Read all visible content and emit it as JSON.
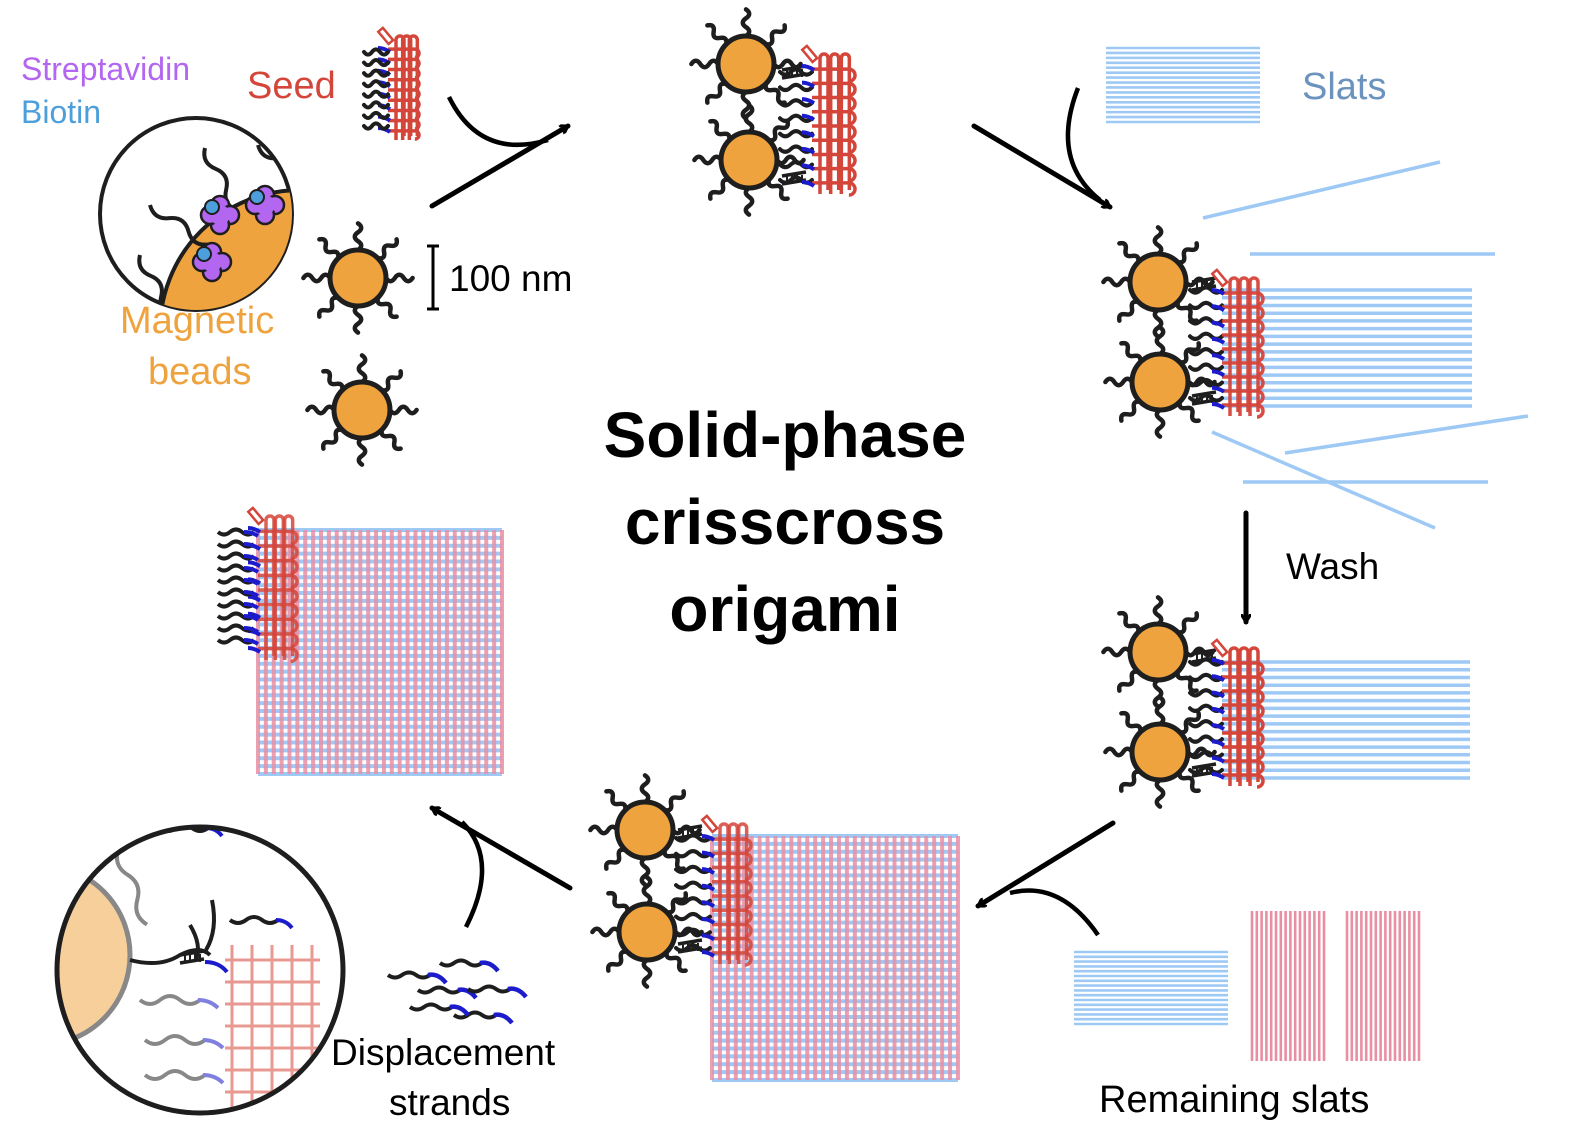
{
  "title": {
    "lines": [
      "Solid-phase",
      "crisscross",
      "origami"
    ]
  },
  "labels": {
    "streptavidin": "Streptavidin",
    "biotin": "Biotin",
    "seed": "Seed",
    "magnetic_beads_line1": "Magnetic",
    "magnetic_beads_line2": "beads",
    "scale_bar": "100 nm",
    "slats": "Slats",
    "wash": "Wash",
    "remaining_slats": "Remaining slats",
    "displacement_line1": "Displacement",
    "displacement_line2": "strands"
  },
  "colors": {
    "streptavidin": "#b366f0",
    "biotin": "#4d9fdc",
    "seed": "#d4453a",
    "bead": "#eea33f",
    "bead_faded": "#f7cf9b",
    "slat_blue": "#9ec9f5",
    "slat_pink": "#e98fa4",
    "slats_label": "#6b93bd",
    "handle_blue": "#1c1ccc",
    "strand": "#1e1e1e"
  },
  "stages": [
    {
      "id": "seed-binding",
      "description": "Seed attaches to bead-bound strands"
    },
    {
      "id": "slat-addition",
      "description": "Slats added to seeded beads"
    },
    {
      "id": "wash",
      "description": "Unbound slats washed away"
    },
    {
      "id": "growth",
      "description": "Full crisscross origami grown on beads"
    },
    {
      "id": "release",
      "description": "Displacement strands release the origami"
    }
  ]
}
